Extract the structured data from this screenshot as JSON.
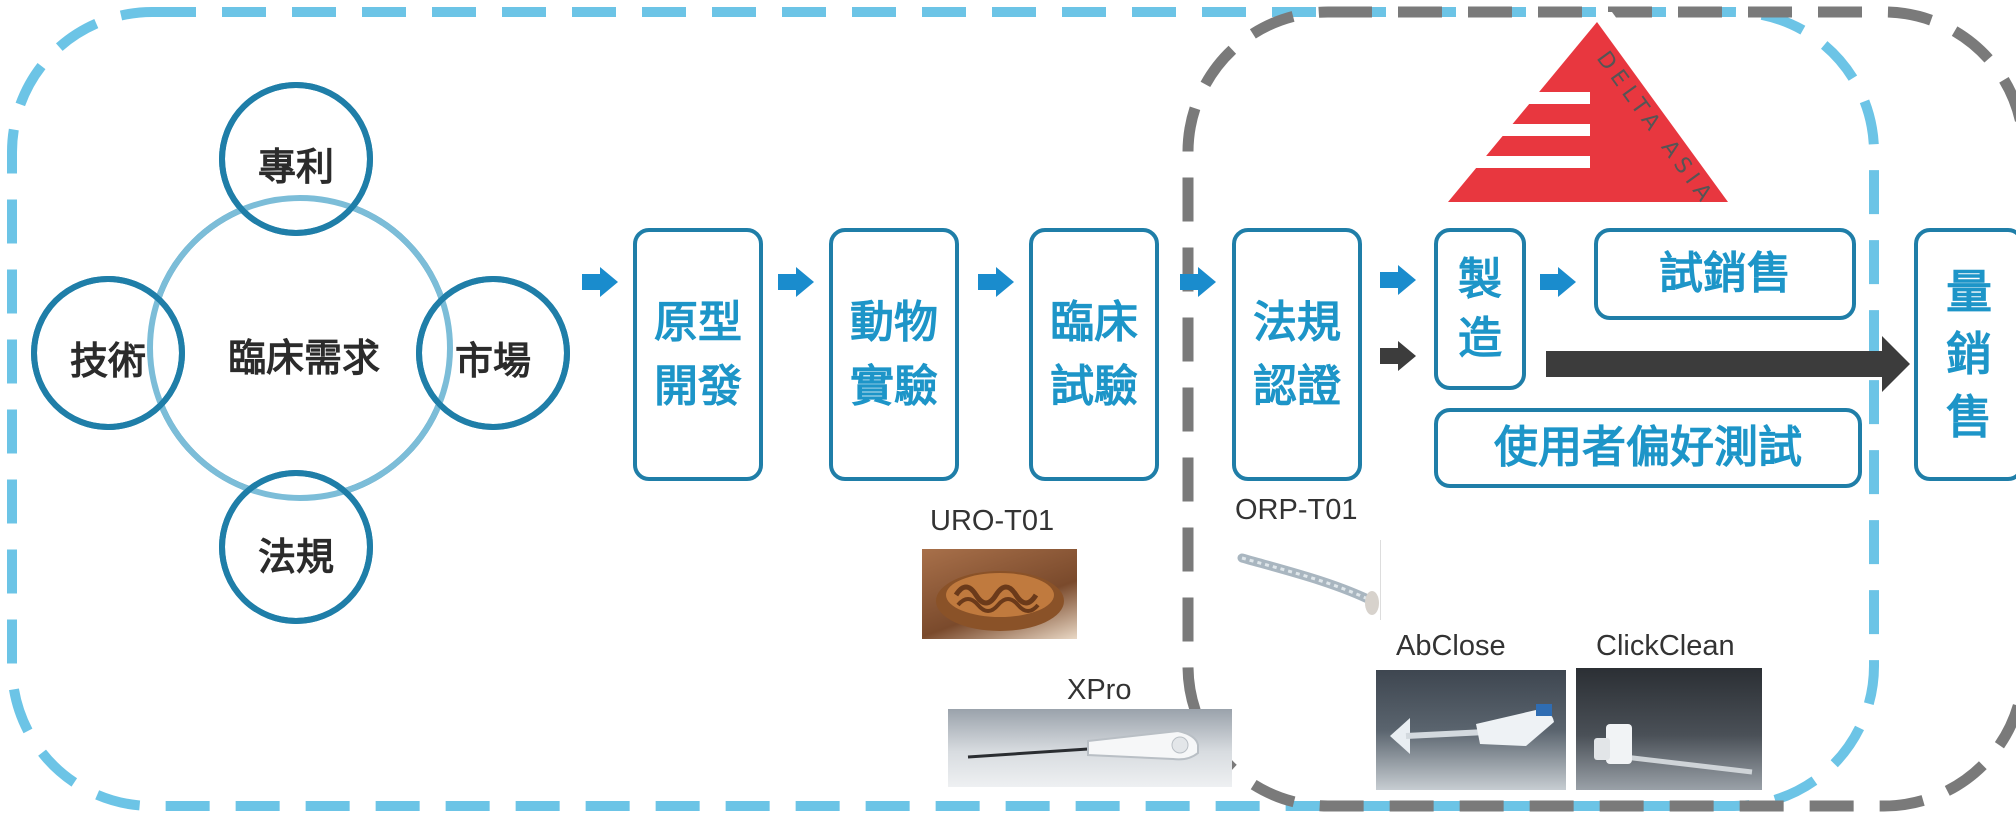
{
  "cycle": {
    "center": "臨床需求",
    "top": "專利",
    "left": "技術",
    "right": "市場",
    "bottom": "法規"
  },
  "stages": {
    "prototype": [
      "原型",
      "開發"
    ],
    "animal": [
      "動物",
      "實驗"
    ],
    "clinical": [
      "臨床",
      "試驗"
    ],
    "regulatory": [
      "法規",
      "認證"
    ],
    "manufacturing": [
      "製",
      "造"
    ],
    "trial_sales": "試銷售",
    "user_test": "使用者偏好測試",
    "mass_sales": [
      "量",
      "銷",
      "售"
    ]
  },
  "logo": {
    "text": "DELTA ASIA"
  },
  "products": {
    "uro": "URO-T01",
    "orp": "ORP-T01",
    "xpro": "XPro",
    "abclose": "AbClose",
    "clickclean": "ClickClean"
  },
  "colors": {
    "accent_blue": "#1d95c8",
    "box_border": "#1f7ea8",
    "dash_blue": "#6cc4e6",
    "dash_gray": "#7a7a7a",
    "logo_red": "#e8373f",
    "dark_arrow": "#3c3c3c"
  }
}
